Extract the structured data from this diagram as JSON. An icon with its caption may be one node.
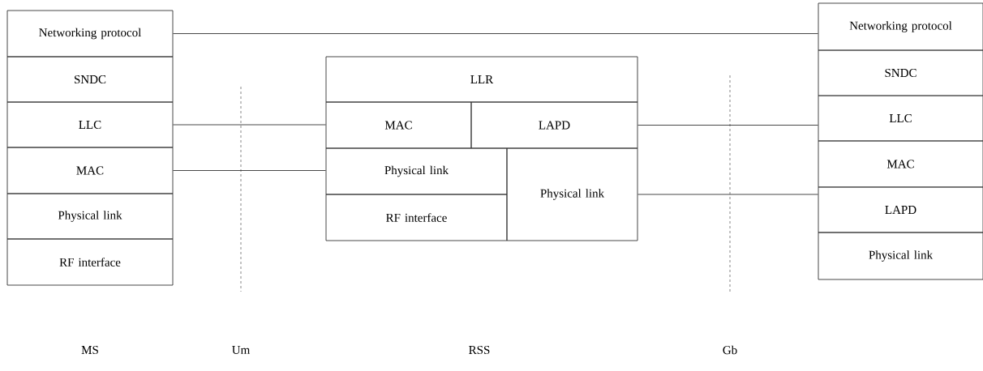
{
  "diagram": {
    "nodes": [
      {
        "text": [
          "Networking protocol"
        ]
      },
      {
        "text": [
          "SNDC"
        ]
      },
      {
        "text": [
          "LLC"
        ]
      },
      {
        "text": [
          "MAC"
        ]
      },
      {
        "text": [
          "Physical link"
        ]
      },
      {
        "text": [
          "RF interface"
        ]
      },
      {
        "text": [
          "LLR"
        ]
      },
      {
        "text": [
          "MAC"
        ]
      },
      {
        "text": [
          "LAPD"
        ]
      },
      {
        "text": [
          "Physical link"
        ]
      },
      {
        "text": [
          "RF interface"
        ]
      },
      {
        "text": [
          "Physical link"
        ]
      },
      {
        "text": [
          "Networking protocol"
        ]
      },
      {
        "text": [
          "SNDC"
        ]
      },
      {
        "text": [
          "LLC"
        ]
      },
      {
        "text": [
          "MAC"
        ]
      },
      {
        "text": [
          "LAPD"
        ]
      },
      {
        "text": [
          "Physical link"
        ]
      }
    ],
    "edges": [
      {
        "from": 0,
        "to": 12,
        "arrow": "none"
      },
      {
        "from": 2,
        "to": 7,
        "arrow": "none"
      },
      {
        "from": 3,
        "to": 9,
        "arrow": "none"
      },
      {
        "from": 8,
        "to": 14,
        "arrow": "none"
      },
      {
        "from": 11,
        "to": 15,
        "arrow": "none"
      }
    ],
    "labels": [
      "MS",
      "Um",
      "RSS",
      "Gb"
    ]
  }
}
